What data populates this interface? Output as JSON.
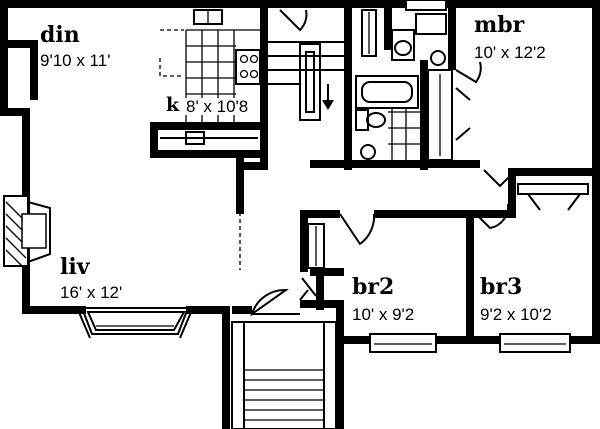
{
  "rooms": {
    "din": {
      "name": "din",
      "dim": "9'10 x 11'"
    },
    "k": {
      "name": "k",
      "dim": "8' x 10'8"
    },
    "mbr": {
      "name": "mbr",
      "dim": "10' x 12'2"
    },
    "liv": {
      "name": "liv",
      "dim": "16' x 12'"
    },
    "br2": {
      "name": "br2",
      "dim": "10' x 9'2"
    },
    "br3": {
      "name": "br3",
      "dim": "9'2 x 10'2"
    }
  }
}
